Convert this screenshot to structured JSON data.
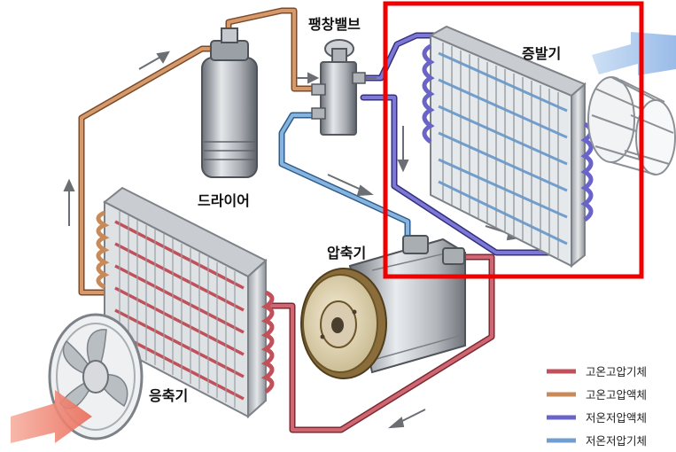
{
  "labels": {
    "expansion_valve": "팽창밸브",
    "evaporator": "증발기",
    "dryer": "드라이어",
    "compressor": "압축기",
    "condenser": "응축기"
  },
  "legend": [
    {
      "label": "고온고압기체",
      "color": "#c0505a"
    },
    {
      "label": "고온고압액체",
      "color": "#c98a5a"
    },
    {
      "label": "저온저압액체",
      "color": "#6a64c8"
    },
    {
      "label": "저온저압기체",
      "color": "#6f9fd0"
    }
  ],
  "colors": {
    "highlight": "#ee0000",
    "hot_gas": "#c0505a",
    "hot_liquid": "#c98a5a",
    "cold_liquid": "#6a64c8",
    "cold_gas": "#6f9fd0",
    "air_in": "#f08070",
    "air_out": "#a8c8ee"
  },
  "icons": {
    "fan": "condenser-fan-icon",
    "blower": "blower-icon",
    "dryer": "receiver-dryer-icon",
    "valve": "expansion-valve-icon",
    "compressor": "compressor-icon"
  }
}
